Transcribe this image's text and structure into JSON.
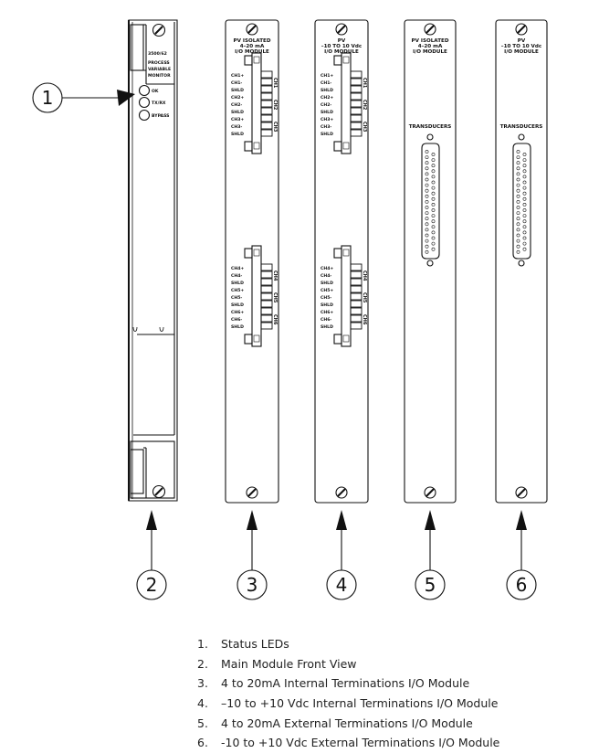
{
  "callouts": [
    "1",
    "2",
    "3",
    "4",
    "5",
    "6"
  ],
  "main_module": {
    "model": "3500/62",
    "title_lines": [
      "PROCESS",
      "VARIABLE",
      "MONITOR"
    ],
    "leds": [
      "OK",
      "TX/RX",
      "BYPASS"
    ]
  },
  "io_modules": [
    {
      "header_lines": [
        "PV ISOLATED",
        "4–20 mA",
        "I/O MODULE"
      ],
      "upper_pins": [
        "CH1+",
        "CH1-",
        "SHLD",
        "CH2+",
        "CH2-",
        "SHLD",
        "CH3+",
        "CH3-",
        "SHLD"
      ],
      "upper_side": [
        "CH1",
        "CH2",
        "CH3"
      ],
      "lower_pins": [
        "CH4+",
        "CH4-",
        "SHLD",
        "CH5+",
        "CH5-",
        "SHLD",
        "CH6+",
        "CH6-",
        "SHLD"
      ],
      "lower_side": [
        "CH4",
        "CH5",
        "CH6"
      ]
    },
    {
      "header_lines": [
        "PV",
        "–10 TO 10 Vdc",
        "I/O MODULE"
      ],
      "upper_pins": [
        "CH1+",
        "CH1-",
        "SHLD",
        "CH2+",
        "CH2-",
        "SHLD",
        "CH3+",
        "CH3-",
        "SHLD"
      ],
      "upper_side": [
        "CH1",
        "CH2",
        "CH3"
      ],
      "lower_pins": [
        "CH4+",
        "CH4-",
        "SHLD",
        "CH5+",
        "CH5-",
        "SHLD",
        "CH6+",
        "CH6-",
        "SHLD"
      ],
      "lower_side": [
        "CH4",
        "CH5",
        "CH6"
      ]
    },
    {
      "header_lines": [
        "PV ISOLATED",
        "4–20 mA",
        "I/O MODULE"
      ],
      "connector_label": "TRANSDUCERS"
    },
    {
      "header_lines": [
        "PV",
        "–10 TO 10 Vdc",
        "I/O MODULE"
      ],
      "connector_label": "TRANSDUCERS"
    }
  ],
  "legend": [
    {
      "num": "1.",
      "text": "Status LEDs"
    },
    {
      "num": "2.",
      "text": "Main Module Front View"
    },
    {
      "num": "3.",
      "text": "4 to 20mA Internal Terminations I/O Module"
    },
    {
      "num": "4.",
      "text": "–10 to +10 Vdc Internal Terminations I/O Module"
    },
    {
      "num": "5.",
      "text": "4 to 20mA External Terminations I/O Module"
    },
    {
      "num": "6.",
      "text": "-10 to +10 Vdc External Terminations I/O Module"
    }
  ]
}
